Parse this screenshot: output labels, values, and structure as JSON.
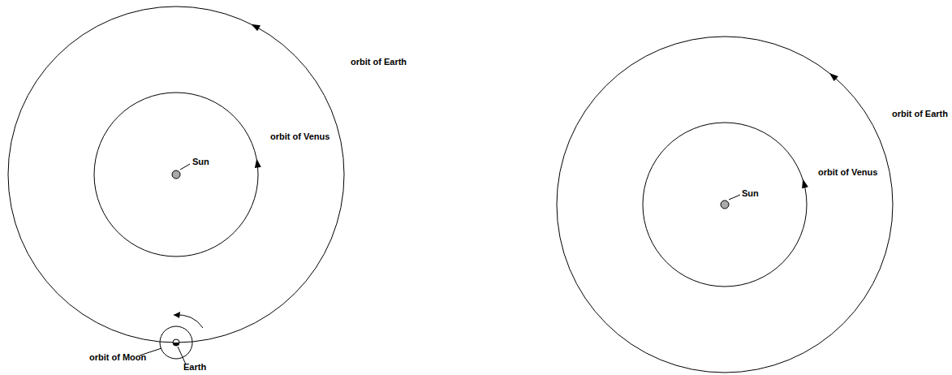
{
  "diagram": {
    "labels": [
      "orbit of Earth",
      "orbit of Venus",
      "Sun",
      "orbit of Moon",
      "Earth",
      "orbit of Earth",
      "orbit of Venus",
      "Sun"
    ]
  }
}
